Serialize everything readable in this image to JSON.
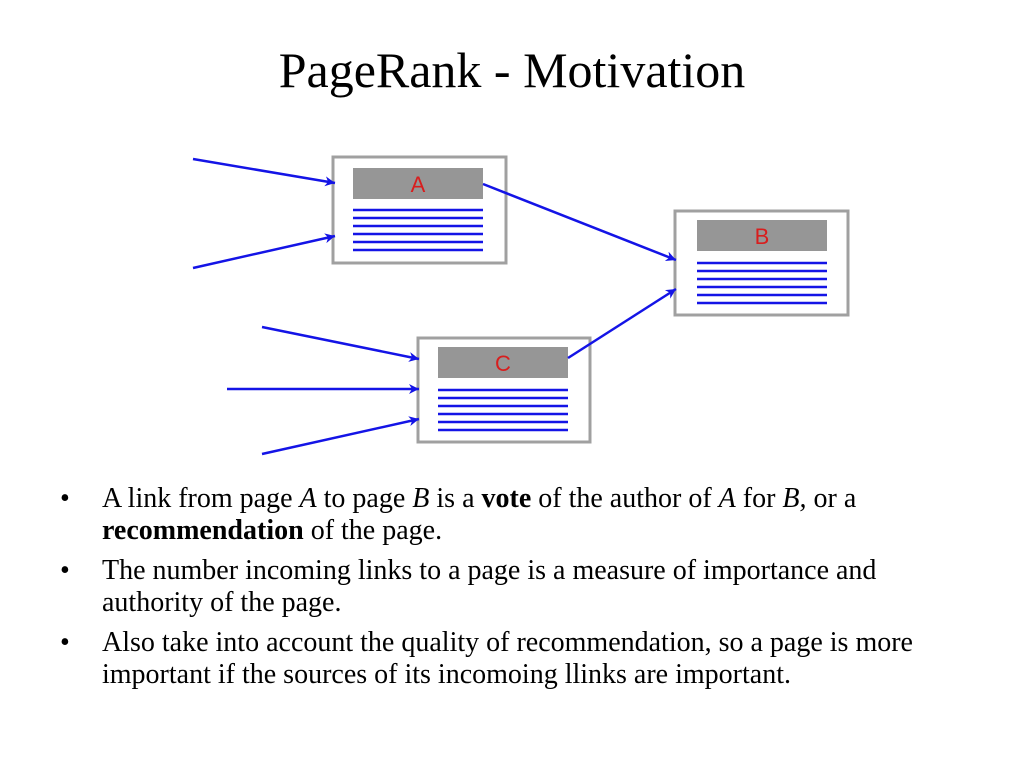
{
  "slide": {
    "title": "PageRank - Motivation"
  },
  "diagram": {
    "pages": [
      {
        "id": "A",
        "label": "A"
      },
      {
        "id": "B",
        "label": "B"
      },
      {
        "id": "C",
        "label": "C"
      }
    ],
    "colors": {
      "link": "#1414e6",
      "text_lines": "#1414e6",
      "header_bar": "#969696",
      "label": "#d81e1e",
      "page_border": "#a0a0a0"
    }
  },
  "bullets": {
    "marker": "•",
    "item1": {
      "t1": "A link from page ",
      "a": "A",
      "t2": " to page ",
      "b": "B",
      "t3": " is a ",
      "vote": "vote",
      "t4": " of the author of ",
      "a2": "A",
      "t5": " for ",
      "b2": "B,",
      "t6": " or a ",
      "recommendation": "recommendation",
      "t7": " of the page."
    },
    "item2": {
      "text": "The number incoming links to a page is a measure of importance and authority of the page."
    },
    "item3": {
      "text": "Also take into account the quality of recommendation, so a page is more important if the sources of its incomoing llinks are important."
    }
  }
}
